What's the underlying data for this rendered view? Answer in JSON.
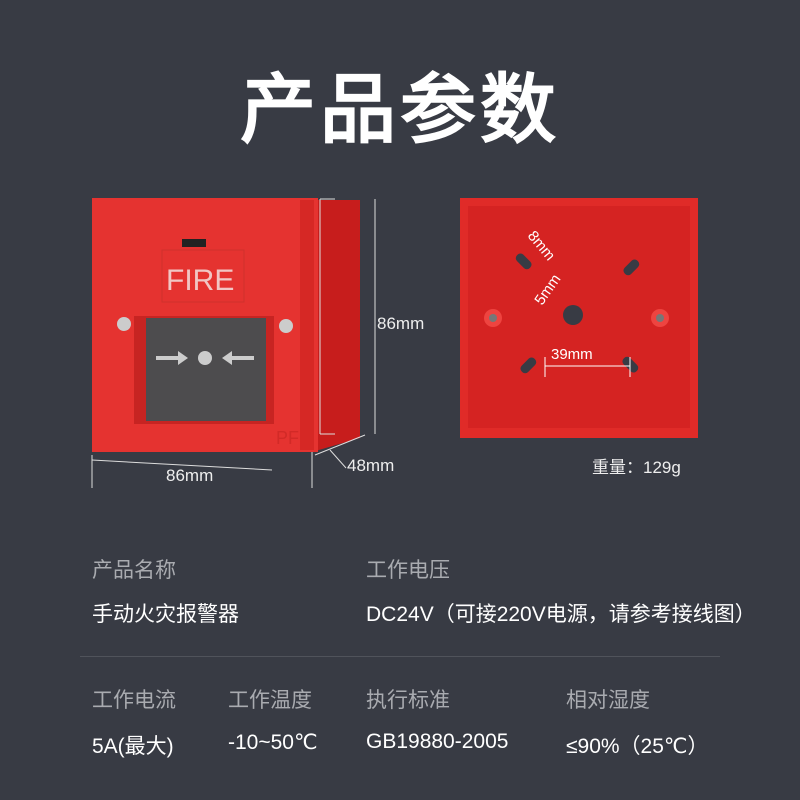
{
  "title": "产品参数",
  "product_image": {
    "front_label": "FIRE",
    "mark": "PF",
    "dims": {
      "height": "86mm",
      "width": "86mm",
      "depth": "48mm",
      "slot_long": "8mm",
      "slot_short": "5mm",
      "hole_spacing": "39mm"
    },
    "weight": "重量：129g"
  },
  "specs": [
    {
      "label": "产品名称",
      "value": "手动火灾报警器"
    },
    {
      "label": "工作电压",
      "value": "DC24V（可接220V电源，请参考接线图）"
    },
    {
      "label": "工作电流",
      "value": "5A(最大)"
    },
    {
      "label": "工作温度",
      "value": "-10~50℃"
    },
    {
      "label": "执行标准",
      "value": "GB19880-2005"
    },
    {
      "label": "相对湿度",
      "value": "≤90%（25℃）"
    }
  ],
  "colors": {
    "background": "#383b44",
    "product_red": "#e8302c"
  }
}
